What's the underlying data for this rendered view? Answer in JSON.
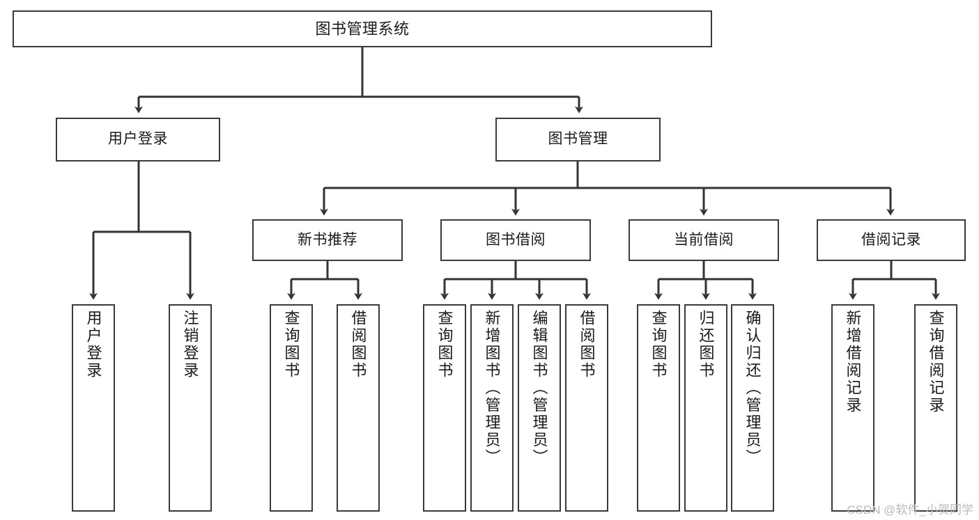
{
  "diagram": {
    "title": "图书管理系统",
    "type": "tree",
    "watermark": "CSDN @软件_小贺同学",
    "colors": {
      "box_border": "#3a3a3a",
      "box_fill": "#ffffff",
      "edge": "#333333",
      "text": "#1a1a1a",
      "watermark": "#b9b9b9",
      "background": "#ffffff"
    },
    "nodes": {
      "root": {
        "label": "图书管理系统",
        "level": 1
      },
      "level2": [
        {
          "id": "user-login",
          "label": "用户登录"
        },
        {
          "id": "book-management",
          "label": "图书管理"
        }
      ],
      "level3": [
        {
          "id": "new-book-recommend",
          "label": "新书推荐",
          "parent": "book-management"
        },
        {
          "id": "book-borrow",
          "label": "图书借阅",
          "parent": "book-management"
        },
        {
          "id": "current-borrow",
          "label": "当前借阅",
          "parent": "book-management"
        },
        {
          "id": "borrow-record",
          "label": "借阅记录",
          "parent": "book-management"
        }
      ],
      "leaves": {
        "user-login": [
          {
            "id": "leaf-user-login",
            "label": "用户登录"
          },
          {
            "id": "leaf-user-logout",
            "label": "注销登录"
          }
        ],
        "new-book-recommend": [
          {
            "id": "leaf-query-book-1",
            "label": "查询图书"
          },
          {
            "id": "leaf-borrow-book-1",
            "label": "借阅图书"
          }
        ],
        "book-borrow": [
          {
            "id": "leaf-query-book-2",
            "label": "查询图书"
          },
          {
            "id": "leaf-add-book",
            "label": "新增图书（管理员）"
          },
          {
            "id": "leaf-edit-book",
            "label": "编辑图书（管理员）"
          },
          {
            "id": "leaf-borrow-book-2",
            "label": "借阅图书"
          }
        ],
        "current-borrow": [
          {
            "id": "leaf-query-book-3",
            "label": "查询图书"
          },
          {
            "id": "leaf-return-book",
            "label": "归还图书"
          },
          {
            "id": "leaf-confirm-return",
            "label": "确认归还（管理员）"
          }
        ],
        "borrow-record": [
          {
            "id": "leaf-add-record",
            "label": "新增借阅记录"
          },
          {
            "id": "leaf-query-record",
            "label": "查询借阅记录"
          }
        ]
      }
    }
  }
}
